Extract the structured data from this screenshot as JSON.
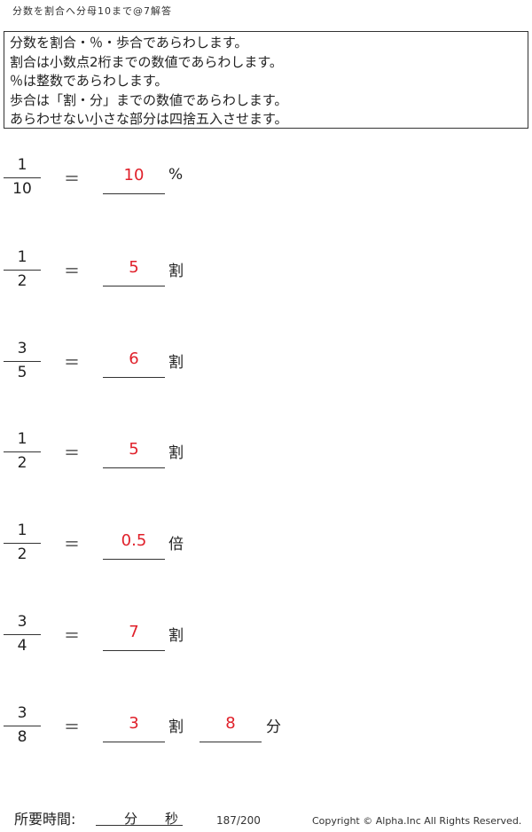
{
  "header": {
    "title": "分数を割合へ分母10まで@7解答"
  },
  "instructions": [
    "分数を割合・％・歩合であらわします。",
    "割合は小数点2桁までの数値であらわします。",
    "％は整数であらわします。",
    "歩合は「割・分」までの数値であらわします。",
    "あらわせない小さな部分は四捨五入させます。"
  ],
  "equals": "＝",
  "problems": [
    {
      "numerator": "1",
      "denominator": "10",
      "answers": [
        {
          "value": "10",
          "unit": "%"
        }
      ]
    },
    {
      "numerator": "1",
      "denominator": "2",
      "answers": [
        {
          "value": "5",
          "unit": "割"
        }
      ]
    },
    {
      "numerator": "3",
      "denominator": "5",
      "answers": [
        {
          "value": "6",
          "unit": "割"
        }
      ]
    },
    {
      "numerator": "1",
      "denominator": "2",
      "answers": [
        {
          "value": "5",
          "unit": "割"
        }
      ]
    },
    {
      "numerator": "1",
      "denominator": "2",
      "answers": [
        {
          "value": "0.5",
          "unit": "倍"
        }
      ]
    },
    {
      "numerator": "3",
      "denominator": "4",
      "answers": [
        {
          "value": "7",
          "unit": "割"
        }
      ]
    },
    {
      "numerator": "3",
      "denominator": "8",
      "answers": [
        {
          "value": "3",
          "unit": "割"
        },
        {
          "value": "8",
          "unit": "分"
        }
      ]
    }
  ],
  "footer": {
    "time_label": "所要時間:",
    "minutes_label": "分",
    "seconds_label": "秒",
    "page": "187/200",
    "copyright": "Copyright ©  Alpha.Inc All Rights Reserved."
  },
  "colors": {
    "answer": "#e0202a",
    "text": "#222222"
  }
}
